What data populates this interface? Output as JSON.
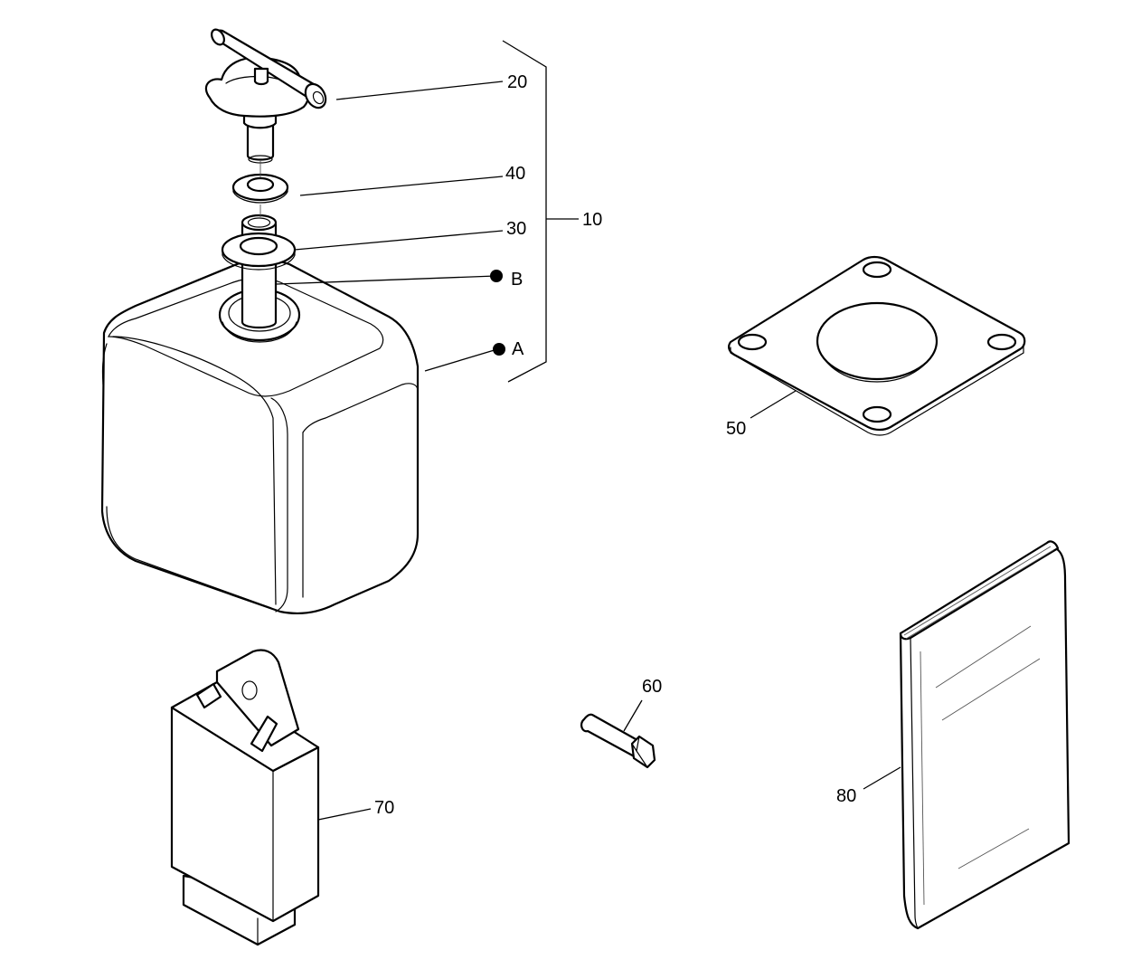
{
  "callouts": {
    "c10": "10",
    "c20": "20",
    "c30": "30",
    "c40": "40",
    "c50": "50",
    "c60": "60",
    "c70": "70",
    "c80": "80",
    "cA": "A",
    "cB": "B"
  },
  "parts": {
    "tank": {
      "callout": "A",
      "icon": "tank-icon"
    },
    "valve": {
      "callout": "20",
      "icon": "valve-icon"
    },
    "seal_40": {
      "callout": "40",
      "icon": "seal-ring-icon"
    },
    "washer_30": {
      "callout": "30",
      "icon": "washer-icon"
    },
    "filler_tube": {
      "callout": "B",
      "icon": "tube-icon"
    },
    "gasket": {
      "callout": "50",
      "icon": "gasket-icon"
    },
    "bolt": {
      "callout": "60",
      "icon": "bolt-icon"
    },
    "bracket_box": {
      "callout": "70",
      "icon": "bracket-icon"
    },
    "manual": {
      "callout": "80",
      "icon": "manual-book-icon"
    }
  }
}
